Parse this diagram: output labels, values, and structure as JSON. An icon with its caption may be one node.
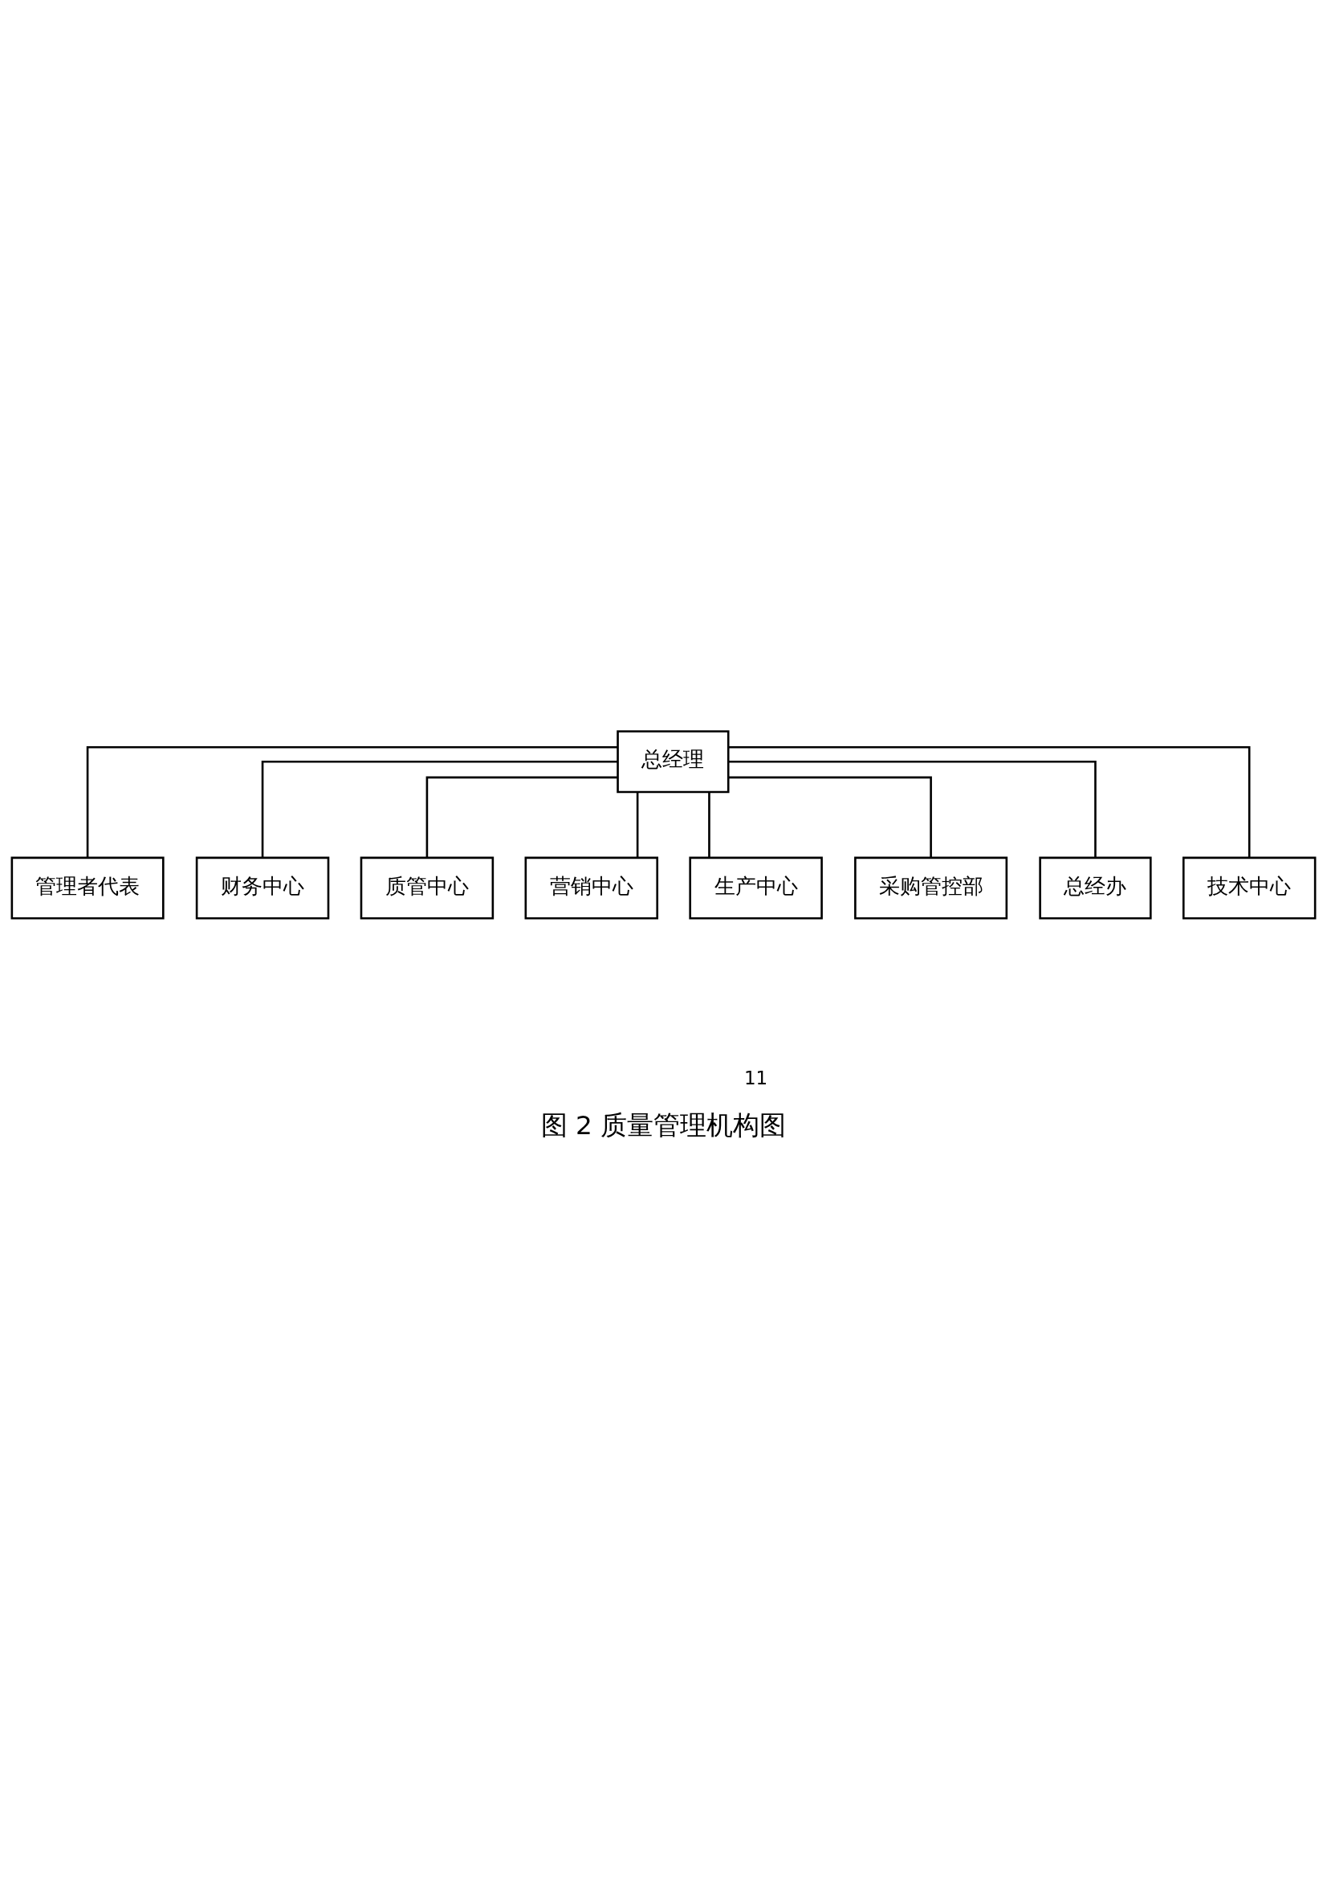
{
  "diagram": {
    "caption": "图 2 质量管理机构图",
    "nodes": [
      {
        "text": [
          "总经理"
        ]
      },
      {
        "text": [
          "管理者代表"
        ]
      },
      {
        "text": [
          "财务中心"
        ]
      },
      {
        "text": [
          "质管中心"
        ]
      },
      {
        "text": [
          "营销中心"
        ]
      },
      {
        "text": [
          "生产中心"
        ]
      },
      {
        "text": [
          "采购管控部"
        ]
      },
      {
        "text": [
          "总经办"
        ]
      },
      {
        "text": [
          "技术中心"
        ]
      }
    ],
    "edges": [
      {
        "from": 0,
        "to": 1,
        "arrow": "none"
      },
      {
        "from": 0,
        "to": 2,
        "arrow": "none"
      },
      {
        "from": 0,
        "to": 3,
        "arrow": "none"
      },
      {
        "from": 0,
        "to": 4,
        "arrow": "none"
      },
      {
        "from": 0,
        "to": 5,
        "arrow": "none"
      },
      {
        "from": 0,
        "to": 6,
        "arrow": "none"
      },
      {
        "from": 0,
        "to": 7,
        "arrow": "none"
      },
      {
        "from": 0,
        "to": 8,
        "arrow": "none"
      }
    ],
    "labels": [
      "11"
    ]
  }
}
